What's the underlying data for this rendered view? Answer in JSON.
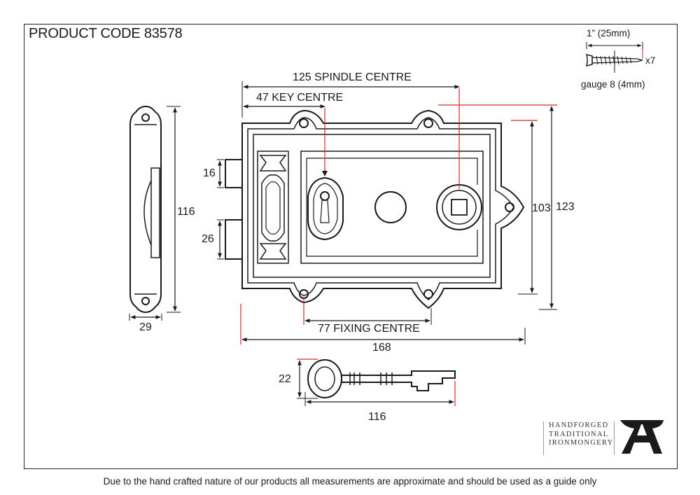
{
  "title": "PRODUCT CODE  83578",
  "footer": "Due to the hand crafted nature of our products all measurements are approximate and should be used as a guide only",
  "screw": {
    "length": "1” (25mm)",
    "quantity": "x7",
    "gauge": "gauge 8 (4mm)"
  },
  "dimensions": {
    "spindle_centre": "125 SPINDLE CENTRE",
    "key_centre": "47 KEY CENTRE",
    "fixing_centre": "77 FIXING CENTRE",
    "overall_width": "168",
    "inner_height": "103",
    "overall_height": "123",
    "bolt_upper": "16",
    "bolt_lower": "26",
    "keep_height": "116",
    "keep_width": "29",
    "key_height": "22",
    "key_length": "116"
  },
  "brand": {
    "lines": [
      "HANDFORGED",
      "TRADITIONAL",
      "IRONMONGERY"
    ],
    "logo": "anvil-a-icon"
  },
  "colors": {
    "ink": "#1a1a1a",
    "leader": "#d9262c"
  }
}
